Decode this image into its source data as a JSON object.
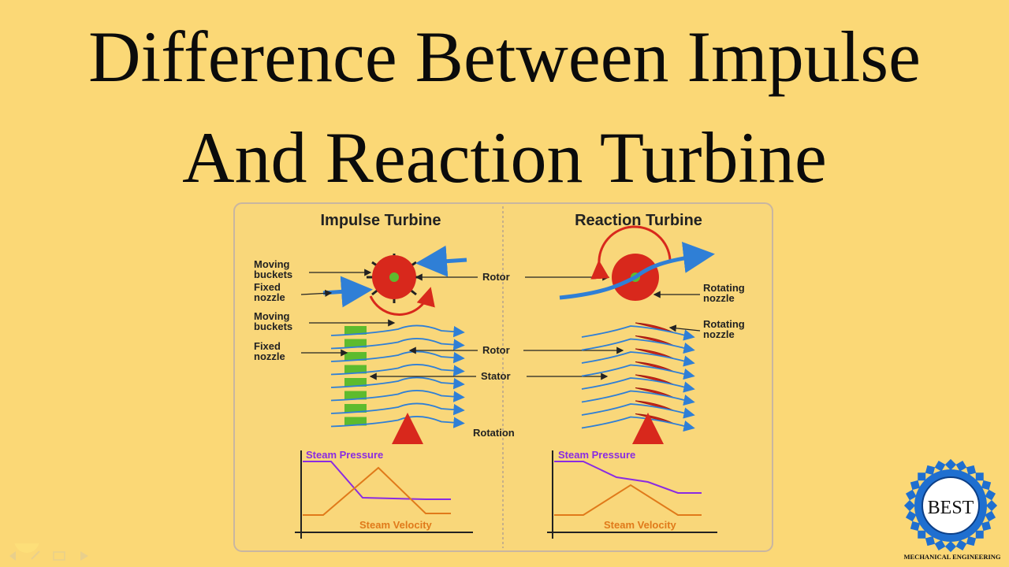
{
  "title": {
    "line1": "Difference Between Impulse",
    "line2": "And Reaction Turbine"
  },
  "impulse": {
    "heading": "Impulse Turbine",
    "moving_buckets": [
      "Moving",
      "buckets"
    ],
    "fixed_nozzle": [
      "Fixed",
      "nozzle"
    ],
    "moving_buckets_2": [
      "Moving",
      "buckets"
    ],
    "fixed_nozzle_2": [
      "Fixed",
      "nozzle"
    ],
    "graph_pressure": "Steam Pressure",
    "graph_velocity": "Steam Velocity"
  },
  "reaction": {
    "heading": "Reaction Turbine",
    "rotating_nozzle": [
      "Rotating",
      "nozzle"
    ],
    "rotating_nozzle_2": [
      "Rotating",
      "nozzle"
    ],
    "graph_pressure": "Steam Pressure",
    "graph_velocity": "Steam Velocity"
  },
  "center": {
    "rotor": "Rotor",
    "rotor_2": "Rotor",
    "stator": "Stator",
    "rotation": "Rotation"
  },
  "logo": {
    "text": "BEST",
    "subtitle": "MECHANICAL ENGINEERING"
  },
  "colors": {
    "background": "#fbd876",
    "rotor_red": "#d8281c",
    "blade_green": "#5dbb2e",
    "flow_blue": "#2f7fd6",
    "pressure_purple": "#8a2be2",
    "velocity_orange": "#e07a1a",
    "logo_blue": "#1f6fd0"
  }
}
